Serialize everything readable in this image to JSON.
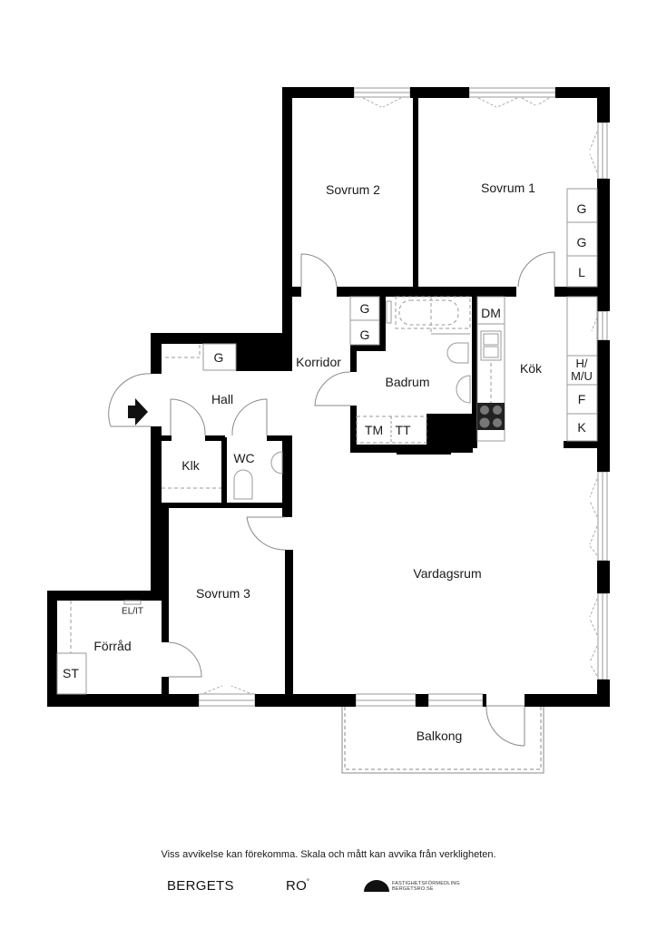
{
  "rooms": {
    "sovrum2": "Sovrum 2",
    "sovrum1": "Sovrum 1",
    "korridor": "Korridor",
    "badrum": "Badrum",
    "kok": "Kök",
    "hall": "Hall",
    "klk": "Klk",
    "wc": "WC",
    "sovrum3": "Sovrum 3",
    "vardagsrum": "Vardagsrum",
    "forrad": "Förråd",
    "balkong": "Balkong"
  },
  "fixtures": {
    "sovrum1_wardrobes": [
      "G",
      "G",
      "L"
    ],
    "korridor_wardrobes": [
      "G",
      "G"
    ],
    "hall_wardrobe": "G",
    "dishwasher": "DM",
    "kitchen_units": [
      "H/\nM/U",
      "F",
      "K"
    ],
    "kitchen_unit_hmu_line1": "H/",
    "kitchen_unit_hmu_line2": "M/U",
    "washer": "TM",
    "dryer": "TT",
    "forrad_storage": "ST",
    "electrical_panel": "EL/IT"
  },
  "footer": {
    "disclaimer": "Viss avvikelse kan förekomma. Skala och mått kan avvika från verkligheten.",
    "brand_left": "BERGETS",
    "brand_mid": "RO",
    "brand_mid_mark": "˚",
    "brand_tag_line1": "FASTIGHETSFÖRMEDLING",
    "brand_tag_line2": "BERGETSRO.SE"
  },
  "colors": {
    "wall": "#000000",
    "thin_line": "#9a9a9a",
    "background": "#ffffff"
  }
}
